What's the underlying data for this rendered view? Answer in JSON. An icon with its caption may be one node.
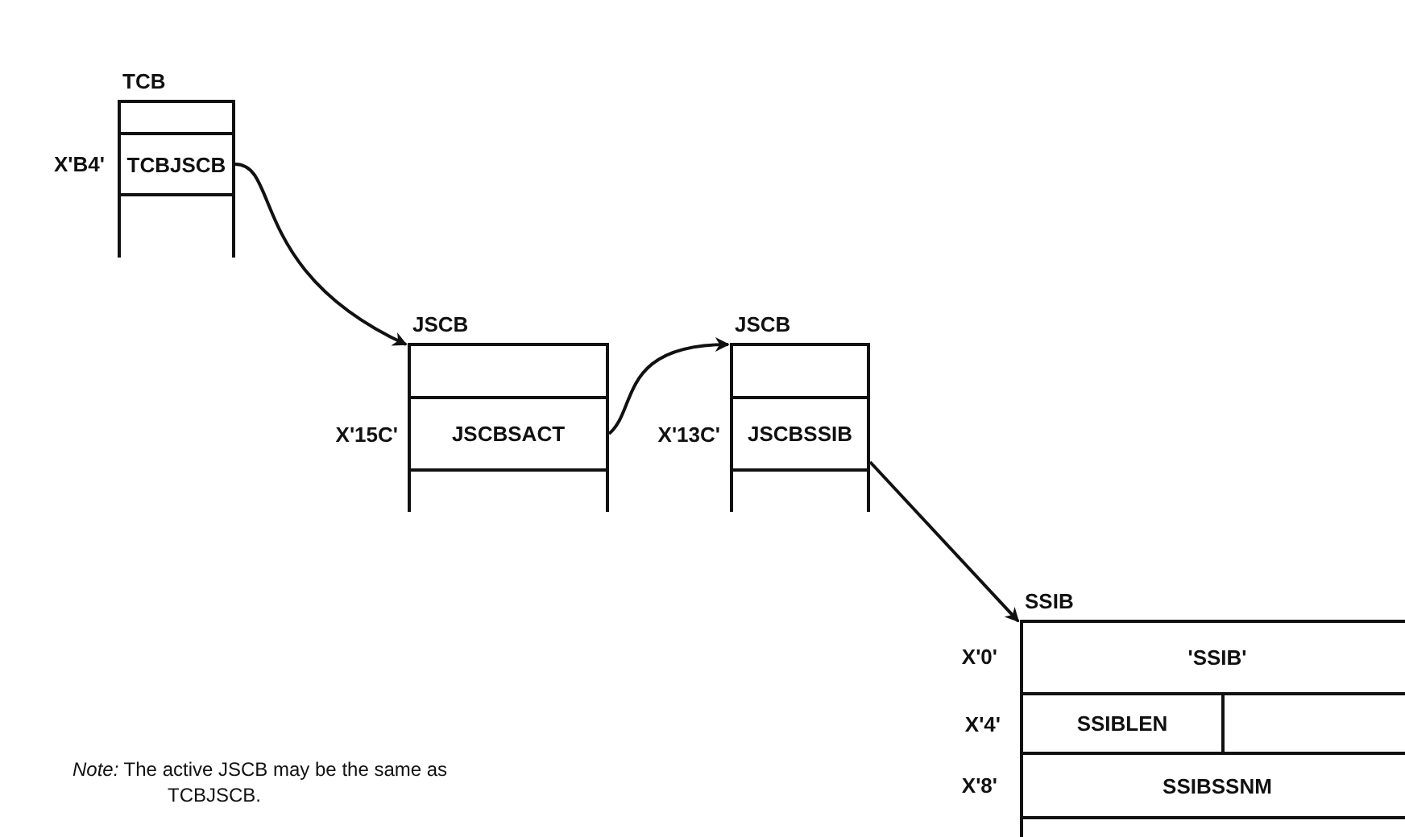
{
  "diagram": {
    "nodes": [
      {
        "text": [
          "TCB"
        ]
      },
      {
        "text": [
          "TCBJSCB"
        ],
        "in": 0,
        "beside": [
          "X'B4'"
        ]
      },
      {
        "text": [
          "JSCB"
        ]
      },
      {
        "text": [
          "JSCBSACT"
        ],
        "in": 2,
        "beside": [
          "X'15C'"
        ]
      },
      {
        "text": [
          "JSCB"
        ]
      },
      {
        "text": [
          "JSCBSSIB"
        ],
        "in": 4,
        "beside": [
          "X'13C'"
        ]
      },
      {
        "text": [
          "SSIB"
        ]
      },
      {
        "text": [
          "'SSIB'"
        ],
        "in": 6
      },
      {
        "text": [
          "SSIBLEN"
        ],
        "in": 6,
        "beside": [
          "X'4'"
        ]
      },
      {
        "text": [
          "SSIBSSNM"
        ],
        "in": 6
      }
    ],
    "edges": [
      {
        "from": 1,
        "to": 2,
        "arrow": "to"
      },
      {
        "from": 3,
        "to": 4,
        "arrow": "to"
      },
      {
        "from": 5,
        "to": 6,
        "arrow": "to"
      }
    ],
    "labels": [
      "X'0'",
      "X'8'",
      "*Note:* The active JSCB may be the same as TCBJSCB."
    ]
  }
}
